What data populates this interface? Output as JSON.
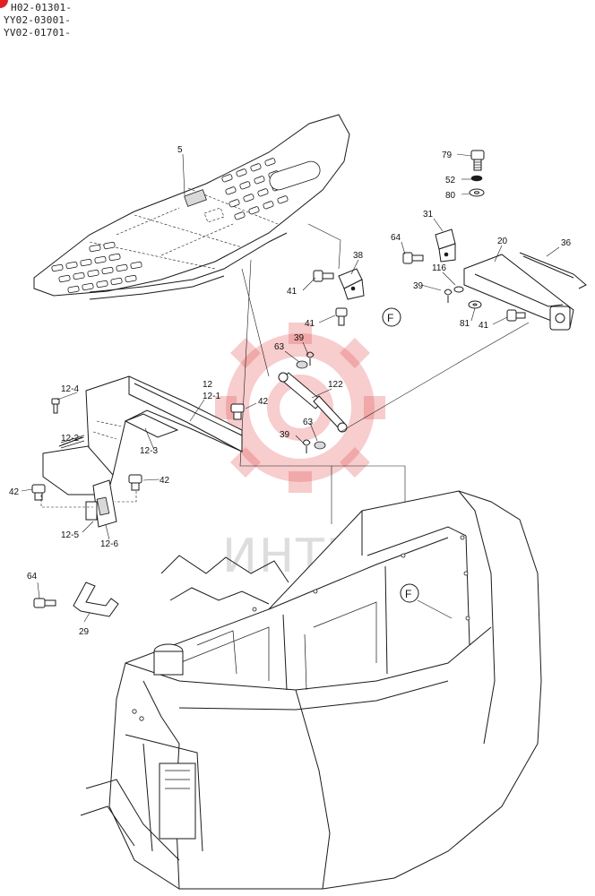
{
  "header": {
    "serials": [
      "H02-01301-",
      "YY02-03001-",
      "YV02-01701-"
    ]
  },
  "watermark": {
    "text": "ИНТЕХ",
    "color": "#e24a4a"
  },
  "callouts": {
    "p5": "5",
    "p79": "79",
    "p52": "52",
    "p80": "80",
    "p31": "31",
    "p64a": "64",
    "p20": "20",
    "p36": "36",
    "p38": "38",
    "p116": "116",
    "p39a": "39",
    "p41a": "41",
    "p41b": "41",
    "p81": "81",
    "p41c": "41",
    "p63a": "63",
    "p39b": "39",
    "p122": "122",
    "p12": "12",
    "p12_1": "12-1",
    "p42a": "42",
    "p12_4": "12-4",
    "p12_2": "12-2",
    "p12_3": "12-3",
    "p42b": "42",
    "p42c": "42",
    "p63b": "63",
    "p39c": "39",
    "p12_5": "12-5",
    "p12_6": "12-6",
    "p64b": "64",
    "p29": "29"
  },
  "refs": {
    "f_upper": "F",
    "f_lower": "F"
  }
}
